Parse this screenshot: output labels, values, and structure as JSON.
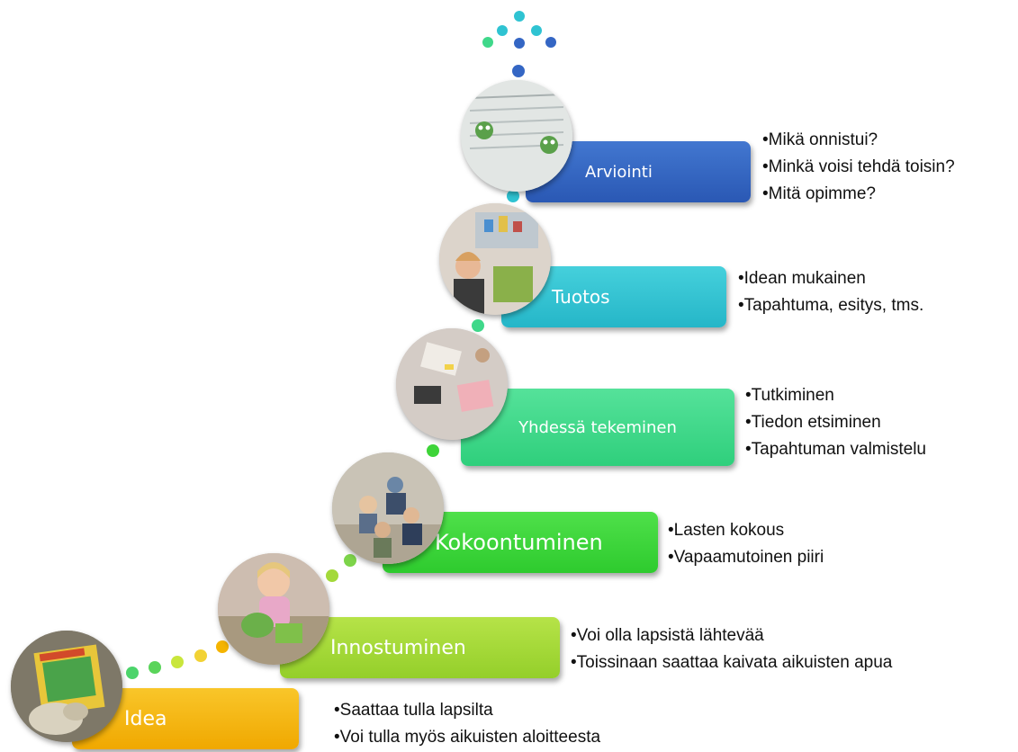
{
  "steps": [
    {
      "label": "Idea",
      "color": "#F5B400",
      "bullets": [
        "Saattaa tulla lapsilta",
        "Voi tulla myös aikuisten aloitteesta"
      ]
    },
    {
      "label": "Innostuminen",
      "color": "#A3D93A",
      "bullets": [
        "Voi olla lapsistä lähtevää",
        "Toissinaan saattaa kaivata aikuisten apua"
      ]
    },
    {
      "label": "Kokoontuminen",
      "color": "#3ED439",
      "bullets": [
        "Lasten kokous",
        "Vapaamutoinen piiri"
      ]
    },
    {
      "label": "Yhdessä tekeminen",
      "color": "#3FD88A",
      "bullets": [
        "Tutkiminen",
        "Tiedon etsiminen",
        "Tapahtuman valmistelu"
      ]
    },
    {
      "label": "Tuotos",
      "color": "#2FC3D2",
      "bullets": [
        "Idean mukainen",
        "Tapahtuma, esitys, tms."
      ]
    },
    {
      "label": "Arviointi",
      "color": "#3466C4",
      "bullets": [
        "Mikä onnistui?",
        "Minkä voisi tehdä toisin?",
        "Mitä opimme?"
      ]
    }
  ],
  "photos": [
    {
      "subject": "book-and-toy"
    },
    {
      "subject": "child-with-toy"
    },
    {
      "subject": "children-circle"
    },
    {
      "subject": "crafting-table"
    },
    {
      "subject": "classroom-display"
    },
    {
      "subject": "whiteboard-frogs"
    }
  ]
}
